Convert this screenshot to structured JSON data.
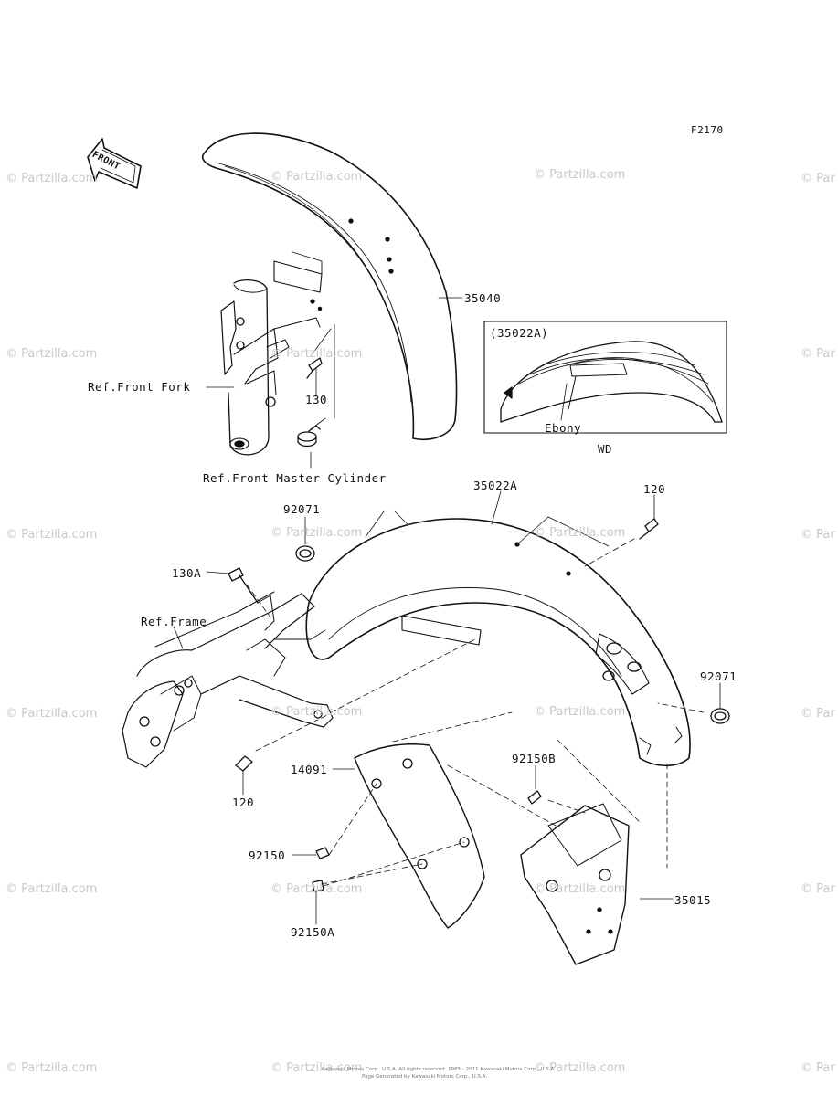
{
  "figure_code": "F2170",
  "front_arrow_label": "FRONT",
  "watermark": "© Partzilla.com",
  "watermark_partial": "© Par",
  "inset": {
    "title": "(35022A)",
    "callout": "Ebony",
    "caption": "WD"
  },
  "references": {
    "front_fork": "Ref.Front Fork",
    "front_master_cylinder": "Ref.Front Master Cylinder",
    "frame": "Ref.Frame"
  },
  "parts": {
    "p35040": "35040",
    "p130": "130",
    "p35022A": "35022A",
    "p120_top": "120",
    "p92071_left": "92071",
    "p130A": "130A",
    "p92071_right": "92071",
    "p120_bottom": "120",
    "p14091": "14091",
    "p92150B": "92150B",
    "p92150": "92150",
    "p92150A": "92150A",
    "p35015": "35015"
  },
  "copyright_line_1": "Kawasaki Motors Corp., U.S.A. All rights reserved. 1985 - 2011 Kawasaki Motors Corp., U.S.A.",
  "copyright_line_2": "Page Generated by Kawasaki Motors Corp., U.S.A."
}
